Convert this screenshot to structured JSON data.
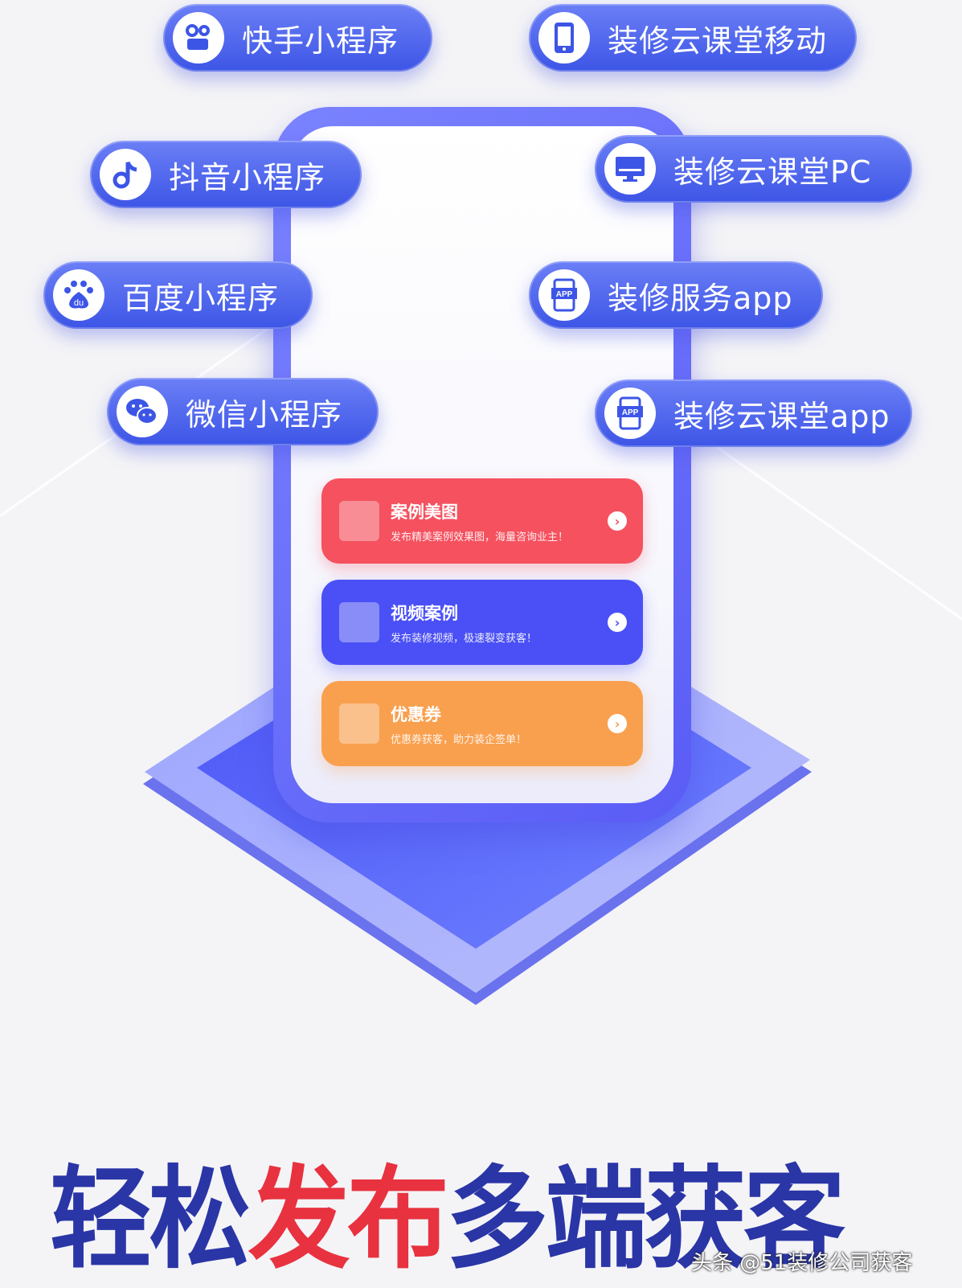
{
  "pills_left": [
    {
      "label": "快手小程序",
      "icon": "kuaishou-icon"
    },
    {
      "label": "抖音小程序",
      "icon": "douyin-icon"
    },
    {
      "label": "百度小程序",
      "icon": "baidu-icon"
    },
    {
      "label": "微信小程序",
      "icon": "wechat-icon"
    }
  ],
  "pills_right": [
    {
      "label": "装修云课堂移动",
      "icon": "mobile-phone-icon"
    },
    {
      "label": "装修云课堂PC",
      "icon": "monitor-icon"
    },
    {
      "label": "装修服务app",
      "icon": "app-icon"
    },
    {
      "label": "装修云课堂app",
      "icon": "app-icon"
    }
  ],
  "cards": [
    {
      "title": "案例美图",
      "subtitle": "发布精美案例效果图，海量咨询业主！",
      "icon": "image-icon",
      "color": "#f5515f"
    },
    {
      "title": "视频案例",
      "subtitle": "发布装修视频，极速裂变获客！",
      "icon": "video-camera-icon",
      "color": "#4a50f5"
    },
    {
      "title": "优惠券",
      "subtitle": "优惠券获客，助力装企签单！",
      "icon": "coupon-icon",
      "color": "#f9a04f"
    }
  ],
  "headline": {
    "part1": "轻松",
    "part2": "发布",
    "part3": "多端获客"
  },
  "watermark": "头条 @51装修公司获客",
  "colors": {
    "pill_blue": "#3d55e6",
    "headline_blue": "#2a35a6",
    "headline_red": "#e8323f"
  }
}
